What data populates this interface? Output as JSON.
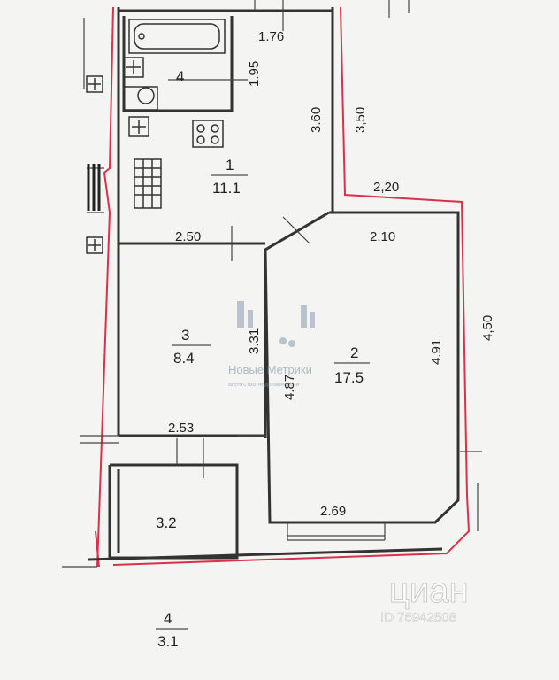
{
  "rooms": {
    "r1": {
      "num": "1",
      "area": "11.1"
    },
    "r2": {
      "num": "2",
      "area": "17.5"
    },
    "r3": {
      "num": "3",
      "area": "8.4"
    },
    "r4": {
      "num": "4"
    },
    "balcony": {
      "area": "3.2"
    },
    "r4b": {
      "num": "4",
      "area": "3.1"
    }
  },
  "dims": {
    "d176": "1.76",
    "d195": "1.95",
    "d360": "3.60",
    "d350": "3,50",
    "d220": "2,20",
    "d250": "2.50",
    "d210": "2.10",
    "d450": "4,50",
    "d491": "4.91",
    "d487": "4.87",
    "d331": "3.31",
    "d253": "2.53",
    "d269": "2.69"
  },
  "watermark": {
    "name": "Новые Метрики",
    "sub": "агентство недвижимости"
  },
  "listing": {
    "brand": "циан",
    "id": "ID 76942508"
  },
  "colors": {
    "wall": "#333333",
    "outline": "#d9314a",
    "background": "#f4f4f2"
  }
}
